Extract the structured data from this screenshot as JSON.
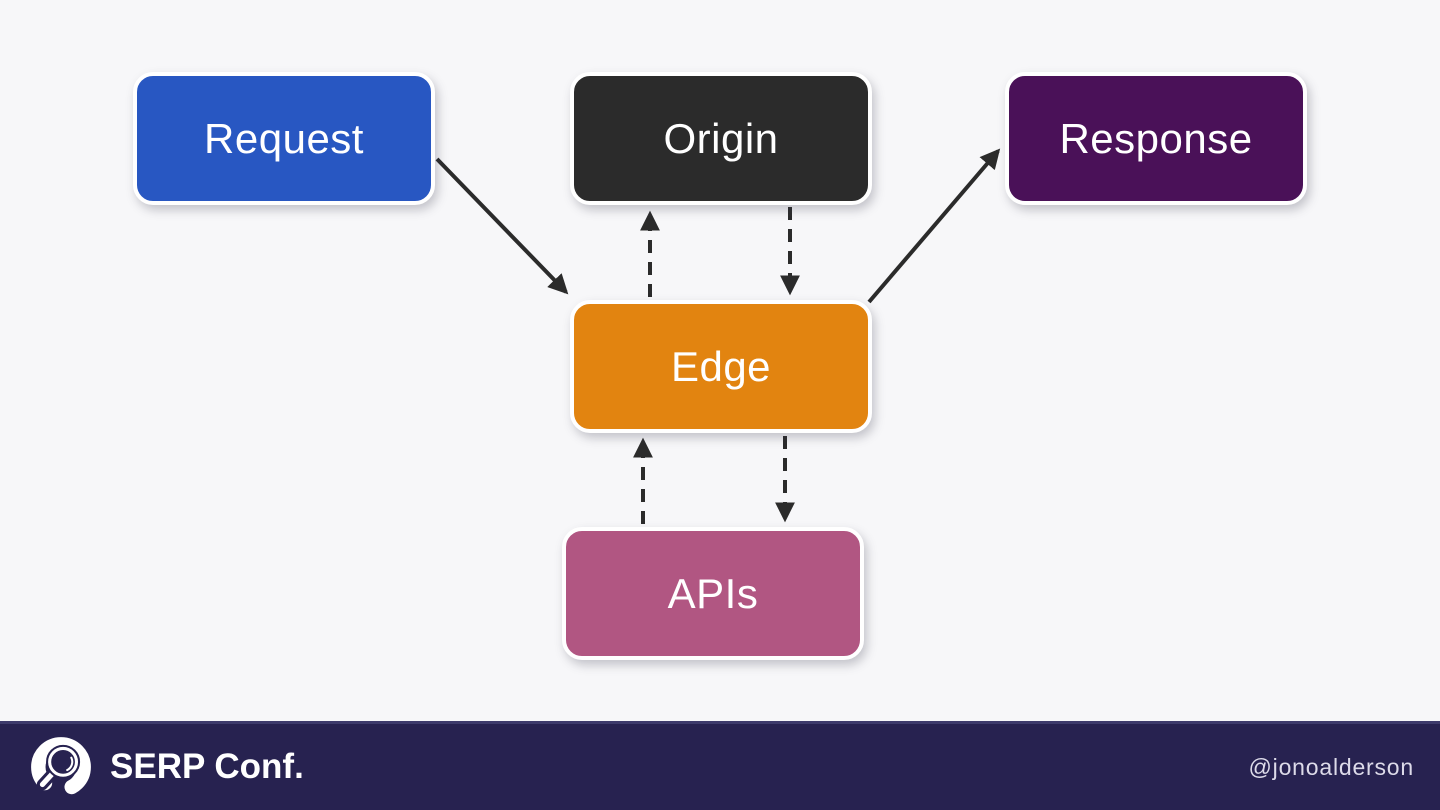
{
  "diagram": {
    "background": "#f7f7f9",
    "arrow_color": "#2b2b2b",
    "nodes": [
      {
        "id": "request",
        "label": "Request",
        "color": "#2857c2"
      },
      {
        "id": "origin",
        "label": "Origin",
        "color": "#2b2b2b"
      },
      {
        "id": "response",
        "label": "Response",
        "color": "#4a1158"
      },
      {
        "id": "edge",
        "label": "Edge",
        "color": "#e28410"
      },
      {
        "id": "apis",
        "label": "APIs",
        "color": "#b15682"
      }
    ],
    "edges": [
      {
        "from": "request",
        "to": "edge",
        "style": "solid"
      },
      {
        "from": "edge",
        "to": "response",
        "style": "solid"
      },
      {
        "from": "edge",
        "to": "origin",
        "style": "dashed"
      },
      {
        "from": "origin",
        "to": "edge",
        "style": "dashed"
      },
      {
        "from": "apis",
        "to": "edge",
        "style": "dashed"
      },
      {
        "from": "edge",
        "to": "apis",
        "style": "dashed"
      }
    ]
  },
  "footer": {
    "brand": "SERP Conf.",
    "handle": "@jonoalderson",
    "background": "#272250",
    "logo_icon": "magnifier-ring-logo"
  }
}
